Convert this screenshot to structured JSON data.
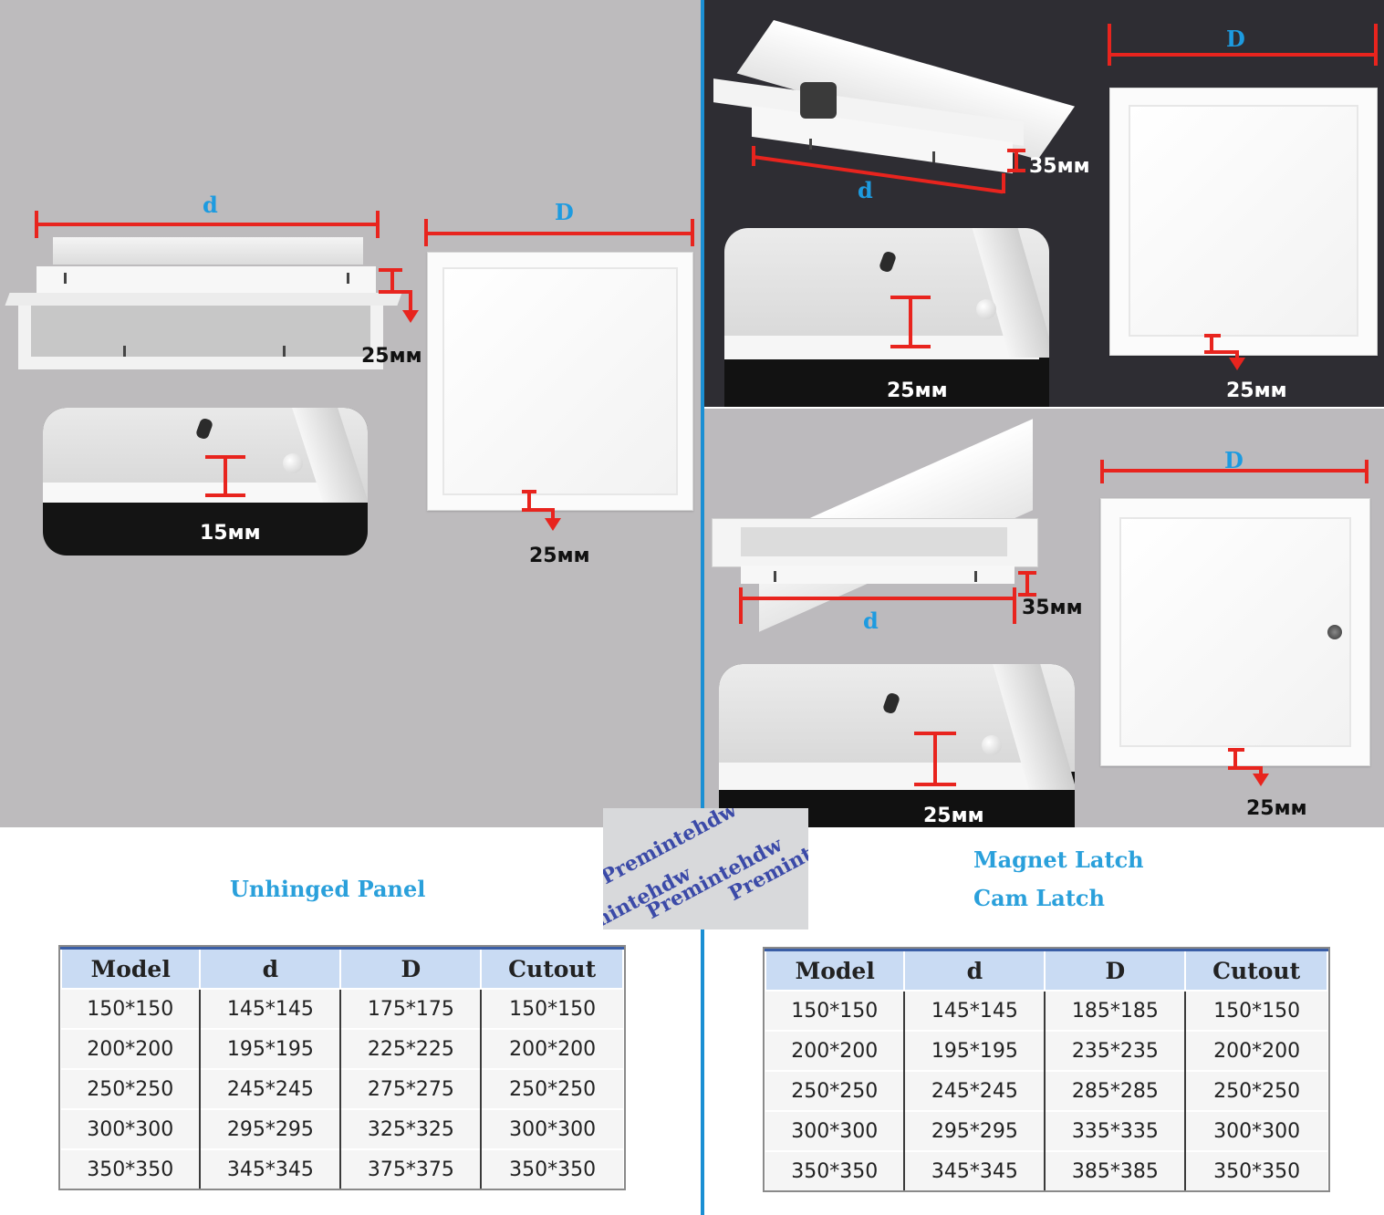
{
  "dimensions": {
    "small_d": "d",
    "big_D": "D",
    "mm_15": "15мм",
    "mm_25": "25мм",
    "mm_35": "35мм"
  },
  "headings": {
    "unhinged": "Unhinged Panel",
    "magnet_latch": "Magnet Latch",
    "cam_latch": "Cam Latch"
  },
  "watermark": {
    "brand": "Premintehdw"
  },
  "tables": {
    "unhinged": {
      "headers": [
        "Model",
        "d",
        "D",
        "Cutout"
      ],
      "rows": [
        [
          "150*150",
          "145*145",
          "175*175",
          "150*150"
        ],
        [
          "200*200",
          "195*195",
          "225*225",
          "200*200"
        ],
        [
          "250*250",
          "245*245",
          "275*275",
          "250*250"
        ],
        [
          "300*300",
          "295*295",
          "325*325",
          "300*300"
        ],
        [
          "350*350",
          "345*345",
          "375*375",
          "350*350"
        ]
      ]
    },
    "latch": {
      "headers": [
        "Model",
        "d",
        "D",
        "Cutout"
      ],
      "rows": [
        [
          "150*150",
          "145*145",
          "185*185",
          "150*150"
        ],
        [
          "200*200",
          "195*195",
          "235*235",
          "200*200"
        ],
        [
          "250*250",
          "245*245",
          "285*285",
          "250*250"
        ],
        [
          "300*300",
          "295*295",
          "335*335",
          "300*300"
        ],
        [
          "350*350",
          "345*345",
          "385*385",
          "350*350"
        ]
      ]
    }
  },
  "colors": {
    "dimension_red": "#e8241e",
    "label_blue": "#1d9be0",
    "header_blue": "#c9dbf3"
  }
}
